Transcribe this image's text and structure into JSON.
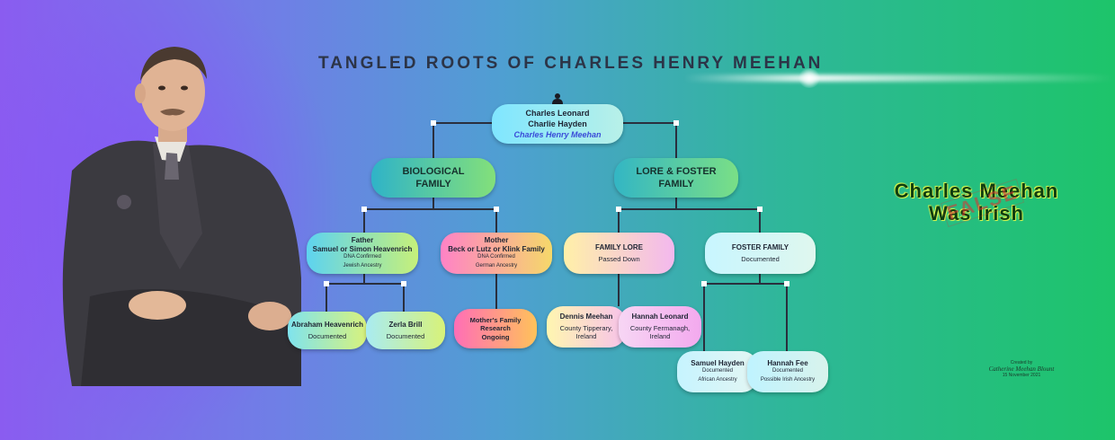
{
  "title": "TANGLED ROOTS OF CHARLES HENRY MEEHAN",
  "root": {
    "line1": "Charles Leonard",
    "line2": "Charlie Hayden",
    "line3": "Charles Henry Meehan"
  },
  "biological": {
    "line1": "BIOLOGICAL",
    "line2": "FAMILY"
  },
  "lore": {
    "line1": "LORE & FOSTER",
    "line2": "FAMILY"
  },
  "father": {
    "line1": "Father",
    "line2": "Samuel or Simon Heavenrich",
    "line3": "DNA Confirmed",
    "line4": "Jewish Ancestry"
  },
  "mother": {
    "line1": "Mother",
    "line2": "Beck or Lutz or Klink Family",
    "line3": "DNA Confirmed",
    "line4": "German Ancestry"
  },
  "family_lore": {
    "line1": "FAMILY LORE",
    "line2": "Passed Down"
  },
  "foster_family": {
    "line1": "FOSTER FAMILY",
    "line2": "Documented"
  },
  "abraham": {
    "line1": "Abraham Heavenrich",
    "line2": "Documented"
  },
  "zerla": {
    "line1": "Zerla Brill",
    "line2": "Documented"
  },
  "mothers_research": {
    "line1": "Mother's Family",
    "line2": "Research",
    "line3": "Ongoing"
  },
  "dennis": {
    "line1": "Dennis Meehan",
    "line2": "County Tipperary,",
    "line3": "Ireland"
  },
  "hannah_leonard": {
    "line1": "Hannah Leonard",
    "line2": "County Fermanagh,",
    "line3": "Ireland"
  },
  "samuel_hayden": {
    "line1": "Samuel Hayden",
    "line2": "Documented",
    "line3": "African Ancestry"
  },
  "hannah_fee": {
    "line1": "Hannah Fee",
    "line2": "Documented",
    "line3": "Possible Irish Ancestry"
  },
  "claim": {
    "line1": "Charles Meehan",
    "line2": "Was Irish",
    "stamp": "FALSE"
  },
  "credit": {
    "line1": "Created by",
    "line2": "Catherine Meehan Blount",
    "line3": "15 November 2021"
  },
  "colors": {
    "background_left": "#8a5cf0",
    "background_right": "#1dc46a",
    "title": "#2c3447",
    "stamp": "#dc3232"
  }
}
